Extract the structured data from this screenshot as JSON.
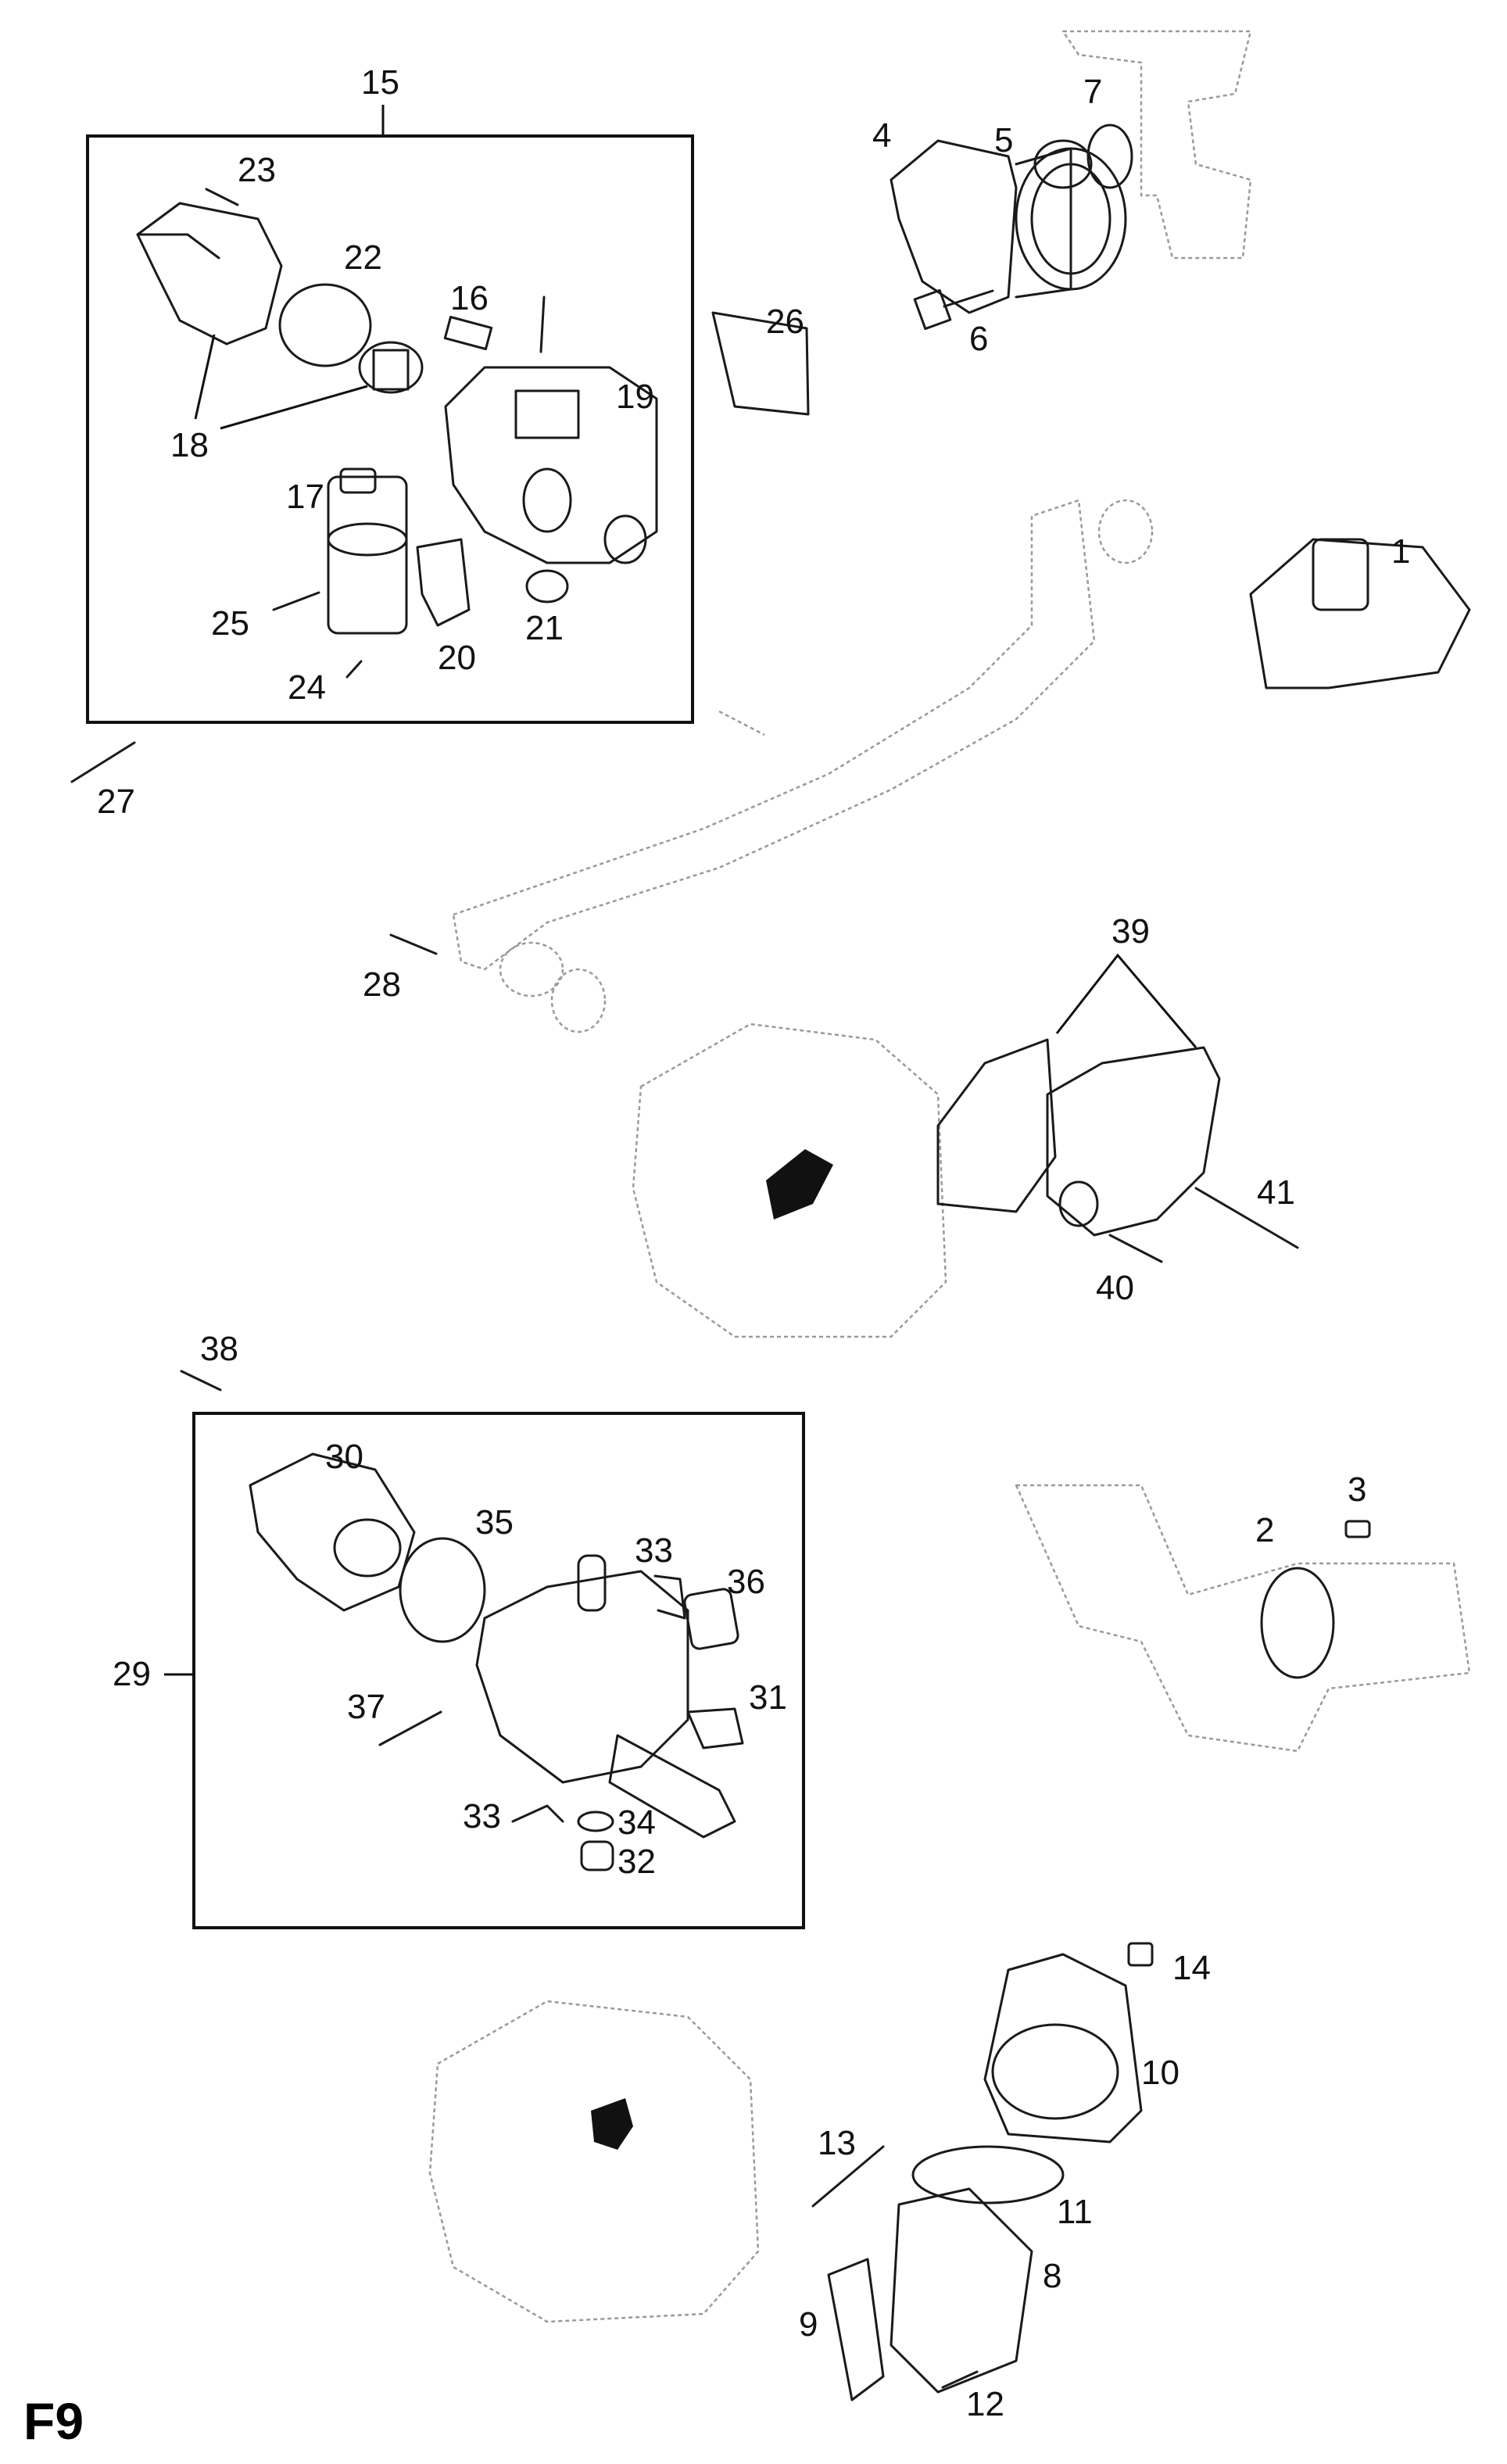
{
  "sheet_label": "F9",
  "group_labels": {
    "l15": "15",
    "l29": "29",
    "l39": "39"
  },
  "part_labels": {
    "l1": "1",
    "l2": "2",
    "l3": "3",
    "l4": "4",
    "l5": "5",
    "l6": "6",
    "l7": "7",
    "l8": "8",
    "l9": "9",
    "l10": "10",
    "l11": "11",
    "l12": "12",
    "l13": "13",
    "l14": "14",
    "l16": "16",
    "l17": "17",
    "l18": "18",
    "l19": "19",
    "l20": "20",
    "l21": "21",
    "l22": "22",
    "l23": "23",
    "l24": "24",
    "l25": "25",
    "l26": "26",
    "l27": "27",
    "l28": "28",
    "l30": "30",
    "l31": "31",
    "l32": "32",
    "l33a": "33",
    "l33b": "33",
    "l34": "34",
    "l35": "35",
    "l36": "36",
    "l37": "37",
    "l38": "38",
    "l40": "40",
    "l41": "41"
  }
}
